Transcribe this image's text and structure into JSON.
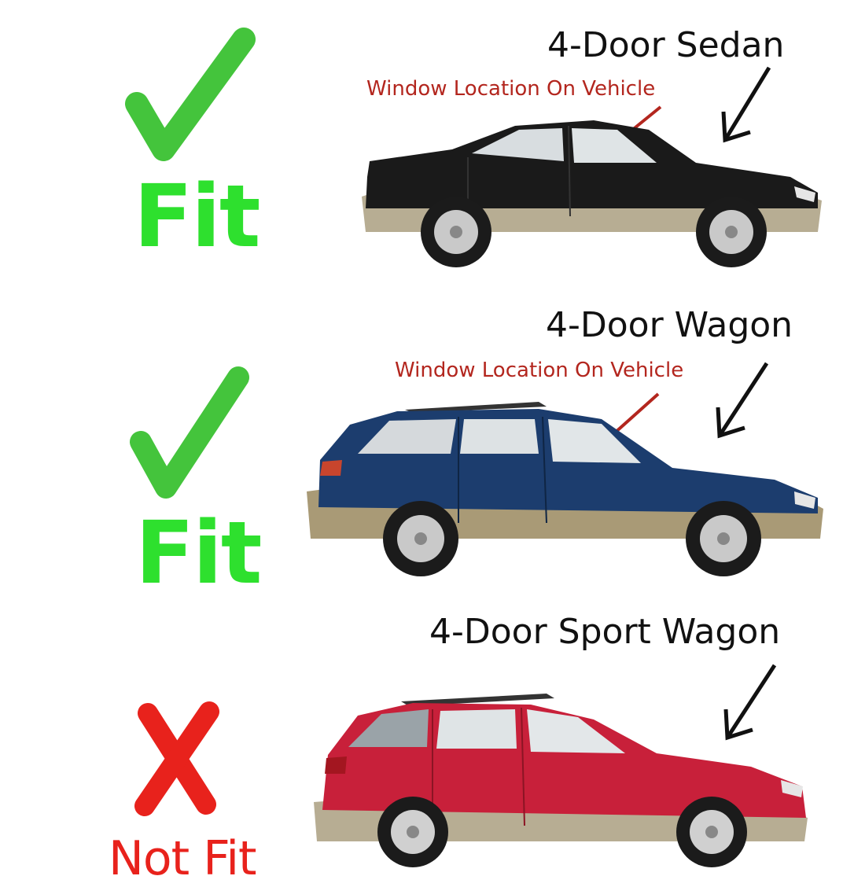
{
  "rows": [
    {
      "vehicle_type": "4-Door Sedan",
      "window_note": "Window Location On Vehicle",
      "status": "Fit",
      "status_icon": "check-icon",
      "body_color": "#1a1a1a",
      "status_color": "#2ee02e"
    },
    {
      "vehicle_type": "4-Door Wagon",
      "window_note": "Window Location On Vehicle",
      "status": "Fit",
      "status_icon": "check-icon",
      "body_color": "#1c3d6e",
      "status_color": "#2ee02e"
    },
    {
      "vehicle_type": "4-Door Sport Wagon",
      "status": "Not Fit",
      "status_icon": "cross-icon",
      "body_color": "#c8203a",
      "status_color": "#e8221c"
    }
  ],
  "colors": {
    "note_text": "#b3261e",
    "arrow_black": "#111111",
    "cladding": "#b7ad93"
  }
}
